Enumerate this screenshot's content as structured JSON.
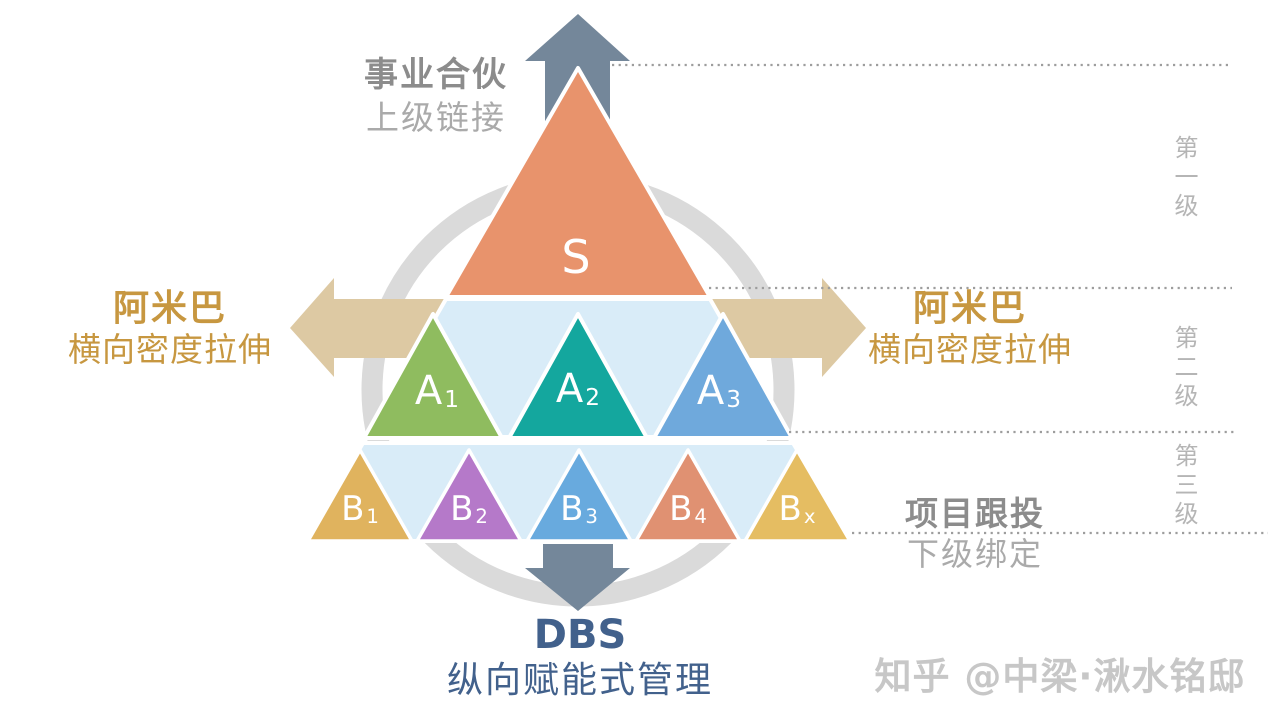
{
  "colors": {
    "apex_salmon": "#e8936c",
    "level_bg_blue": "#d9ecf8",
    "a1_green": "#8fbc5f",
    "a2_teal": "#14a79e",
    "a3_blue": "#6fa9dc",
    "b1_gold": "#e0b35e",
    "b2_purple": "#b579c9",
    "b3_blue": "#68aade",
    "b4_salmon": "#e09172",
    "bx_gold": "#e5bd62",
    "vertical_arrow_gray": "#74879a",
    "horizontal_arrow_tan": "#ddc9a3",
    "ring_gray": "#dadada",
    "title_gray": "#8c8c8c",
    "subtitle_gray": "#aaaaaa",
    "gold_text": "#c79740",
    "slate_text": "#42618c"
  },
  "pyramid": {
    "apex": {
      "label": "S"
    },
    "level2": {
      "triangles": [
        {
          "base": "A",
          "sub": "1"
        },
        {
          "base": "A",
          "sub": "2"
        },
        {
          "base": "A",
          "sub": "3"
        }
      ]
    },
    "level3": {
      "triangles": [
        {
          "base": "B",
          "sub": "1"
        },
        {
          "base": "B",
          "sub": "2"
        },
        {
          "base": "B",
          "sub": "3"
        },
        {
          "base": "B",
          "sub": "4"
        },
        {
          "base": "B",
          "sub": "x"
        }
      ]
    }
  },
  "annotations": {
    "top": {
      "title": "事业合伙",
      "subtitle": "上级链接"
    },
    "left": {
      "title": "阿米巴",
      "subtitle": "横向密度拉伸"
    },
    "right": {
      "title": "阿米巴",
      "subtitle": "横向密度拉伸"
    },
    "project": {
      "title": "项目跟投",
      "subtitle": "下级绑定"
    },
    "bottom": {
      "title": "DBS",
      "subtitle": "纵向赋能式管理"
    }
  },
  "level_axis": {
    "items": [
      "第一级",
      "第二级",
      "第三级"
    ]
  },
  "watermark": "知乎 @中梁·湫水铭邸"
}
